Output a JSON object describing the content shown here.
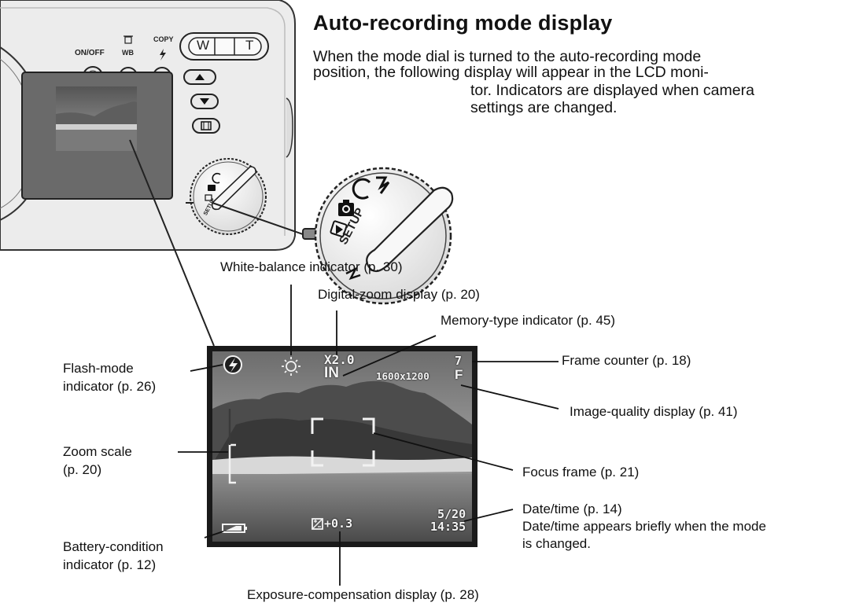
{
  "header": {
    "title": "Auto-recording mode display",
    "intro_lines": [
      "When the mode dial is turned to the auto-recording mode",
      "position, the following display will appear in the LCD moni-",
      "tor. Indicators are displayed when camera",
      "settings are changed."
    ]
  },
  "camera": {
    "button_labels": {
      "on_off": "ON/OFF",
      "wb": "WB",
      "copy": "COPY"
    },
    "zoom_labels": {
      "wide": "W",
      "tele": "T"
    },
    "dial_labels": {
      "setup": "SETUP"
    }
  },
  "lcd": {
    "zoom_value": "X2.0",
    "memory_type": "IN",
    "frame_count": "7",
    "image_size": "1600x1200",
    "quality": "F",
    "exposure": "+0.3",
    "date": "5/20",
    "time": "14:35"
  },
  "callouts": {
    "white_balance": "White-balance indicator (p. 30)",
    "digital_zoom": "Digital-zoom display (p. 20)",
    "memory_type": "Memory-type indicator (p. 45)",
    "flash_mode": [
      "Flash-mode",
      "indicator (p. 26)"
    ],
    "frame_counter": "Frame counter (p. 18)",
    "image_quality": "Image-quality display (p. 41)",
    "zoom_scale": [
      "Zoom scale",
      "(p. 20)"
    ],
    "focus_frame": "Focus frame (p. 21)",
    "date_time": [
      "Date/time (p. 14)",
      "Date/time appears briefly when the mode",
      "is changed."
    ],
    "battery": [
      "Battery-condition",
      "indicator (p. 12)"
    ],
    "exposure": "Exposure-compensation display (p. 28)"
  },
  "colors": {
    "ink": "#111111",
    "lcd_frame": "#1a1a1a",
    "camera_body": "#e9e9e9"
  }
}
